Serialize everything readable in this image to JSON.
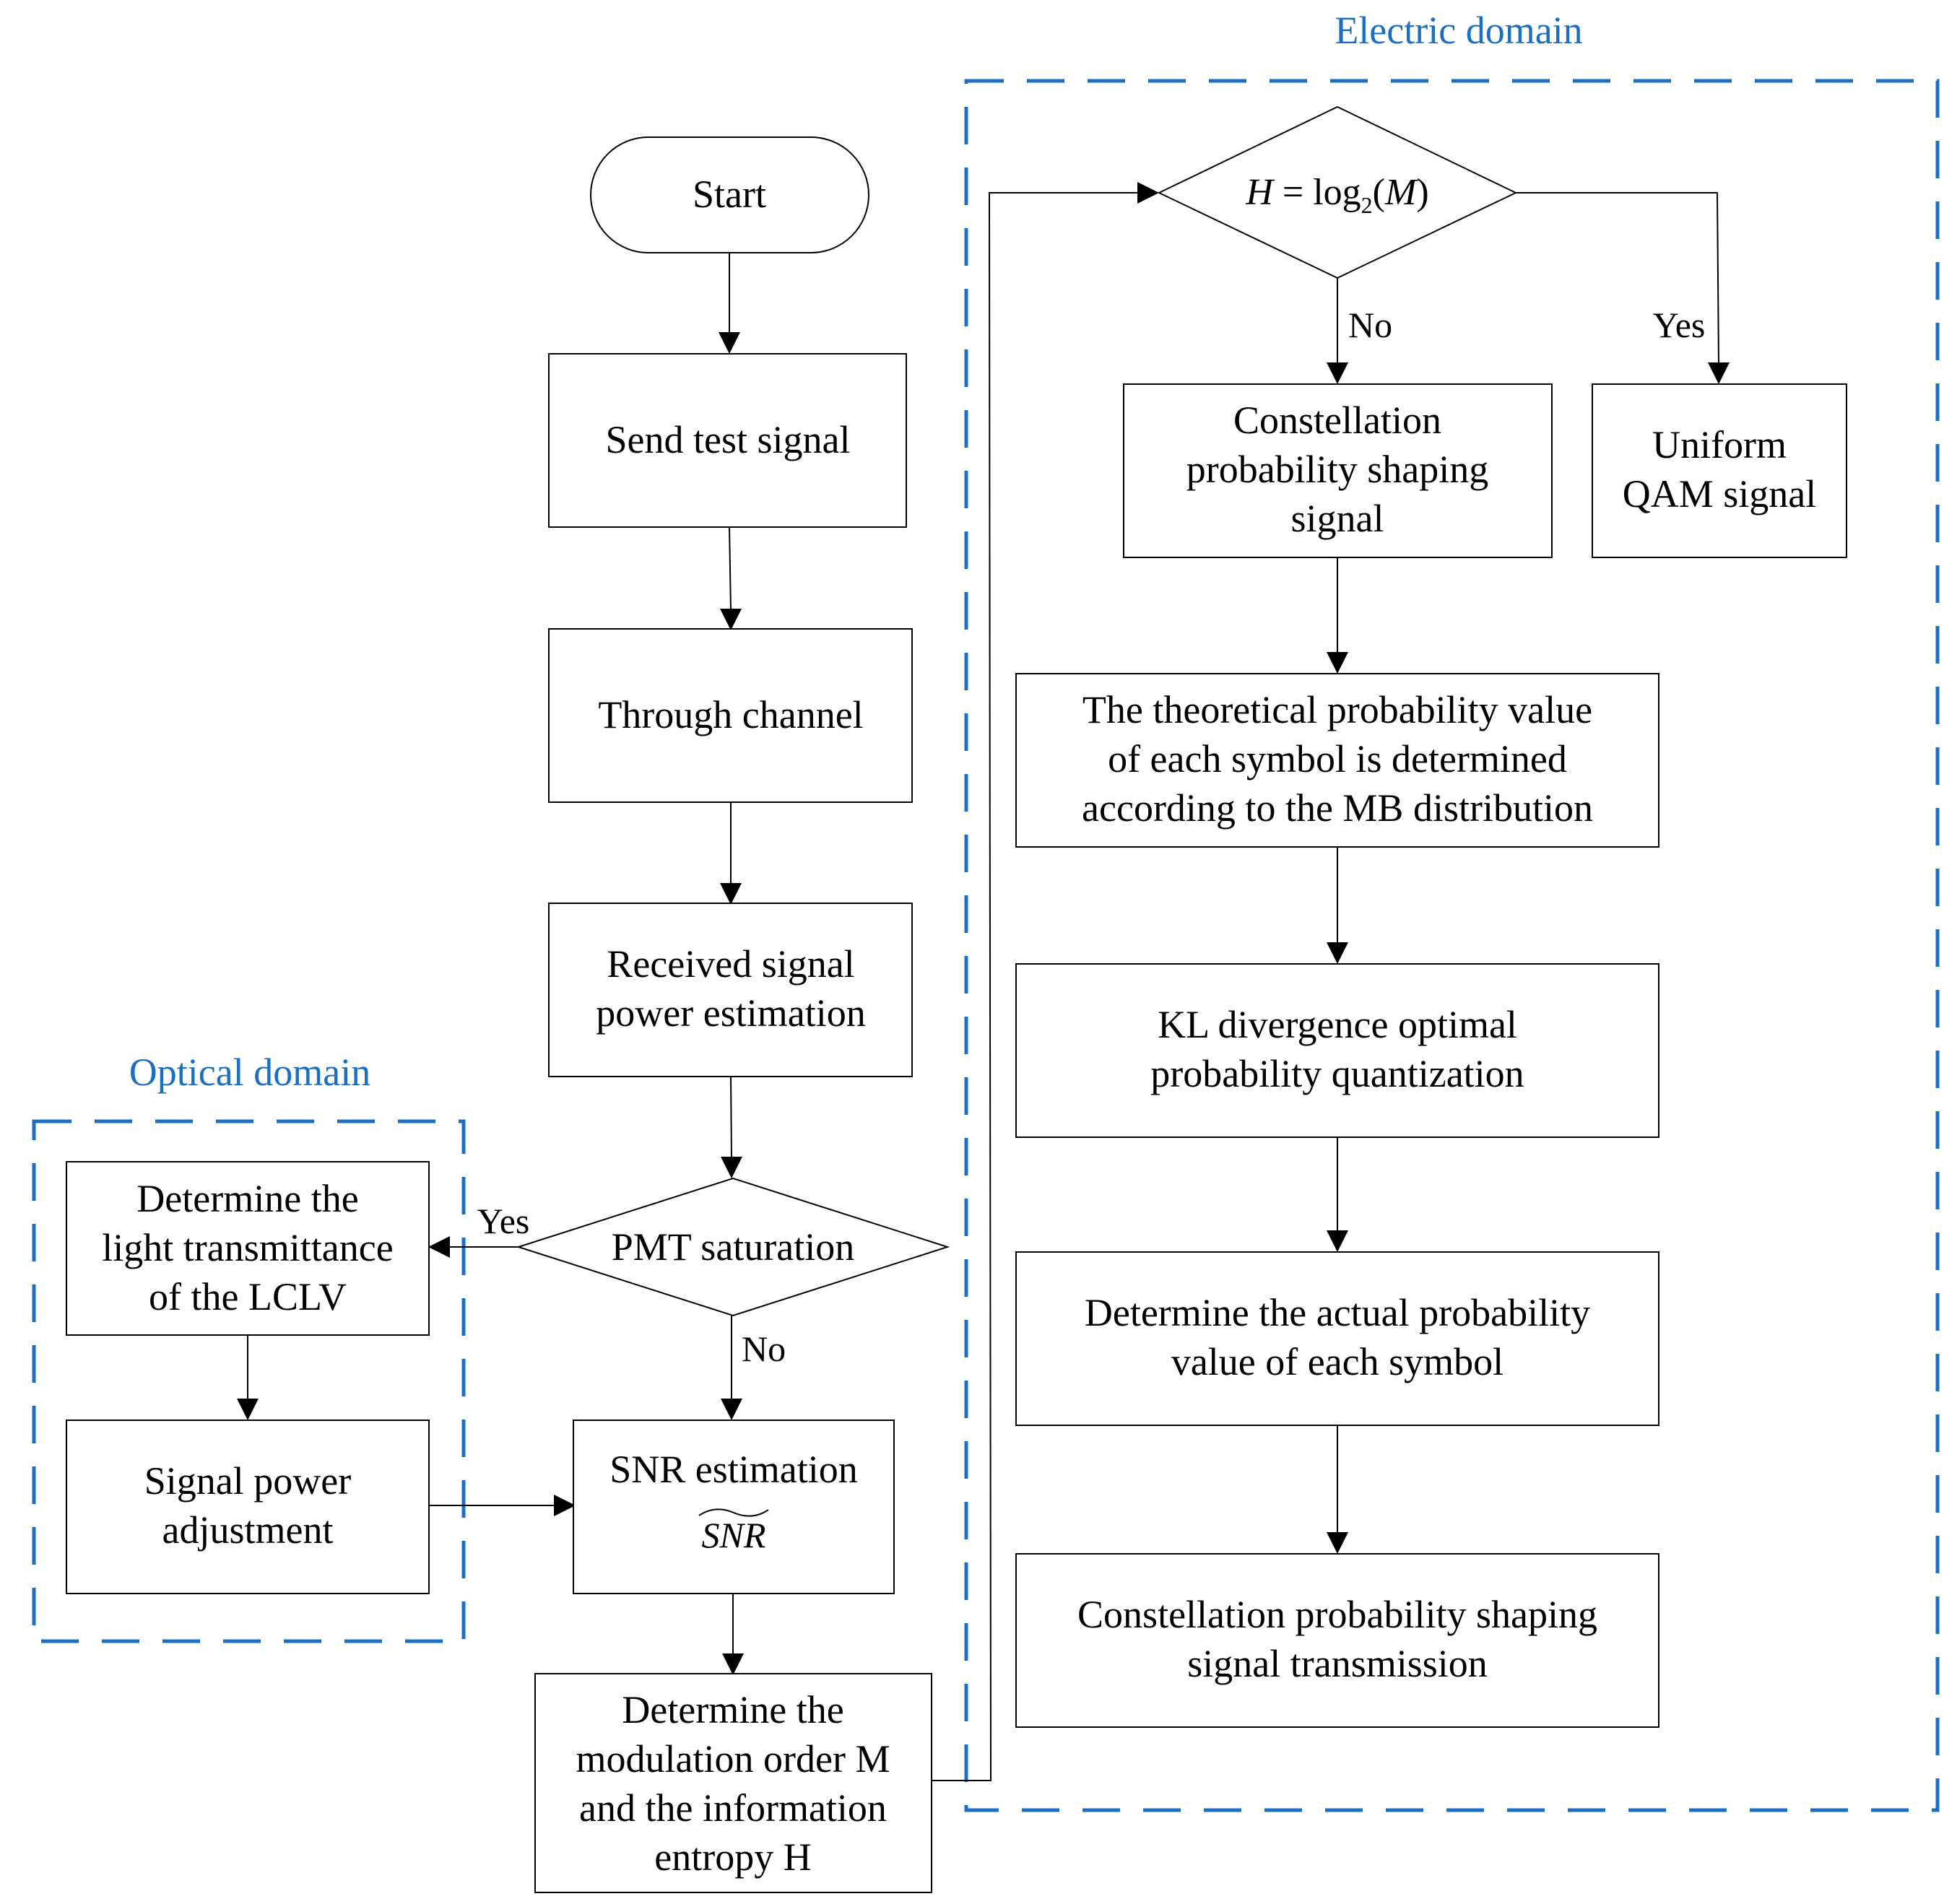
{
  "colors": {
    "region_border": "#1a6fc4",
    "region_title": "#1a6fc4",
    "line": "#000000"
  },
  "regions": {
    "electric": {
      "title": "Electric domain"
    },
    "optical": {
      "title": "Optical domain"
    }
  },
  "nodes": {
    "start": {
      "text": "Start"
    },
    "send": {
      "text": "Send test signal"
    },
    "channel": {
      "text": "Through channel"
    },
    "power": {
      "line1": "Received signal",
      "line2": "power estimation"
    },
    "pmt": {
      "text": "PMT saturation"
    },
    "lclv": {
      "line1": "Determine the",
      "line2": "light transmittance",
      "line3": "of the LCLV"
    },
    "adjust": {
      "line1": "Signal power",
      "line2": "adjustment"
    },
    "snr": {
      "line1": "SNR estimation",
      "symbol": "SNR"
    },
    "order": {
      "line1": "Determine the",
      "line2": "modulation order M",
      "line3": "and the information",
      "line4": "entropy H"
    },
    "decision": {
      "lhs": "H",
      "eq": " = log",
      "sub": "2",
      "open": "(",
      "arg": "M",
      "close": ")"
    },
    "cps_signal": {
      "line1": "Constellation",
      "line2": "probability shaping",
      "line3": "signal"
    },
    "uniform": {
      "line1": "Uniform",
      "line2": "QAM signal"
    },
    "theory": {
      "line1": "The theoretical probability value",
      "line2": "of each symbol is determined",
      "line3": "according to the MB distribution"
    },
    "kl": {
      "line1": "KL divergence optimal",
      "line2": "probability quantization"
    },
    "actual": {
      "line1": "Determine the actual probability",
      "line2": "value of each symbol"
    },
    "transmit": {
      "line1": "Constellation probability shaping",
      "line2": "signal transmission"
    }
  },
  "edge_labels": {
    "pmt_yes": "Yes",
    "pmt_no": "No",
    "decision_no": "No",
    "decision_yes": "Yes"
  }
}
